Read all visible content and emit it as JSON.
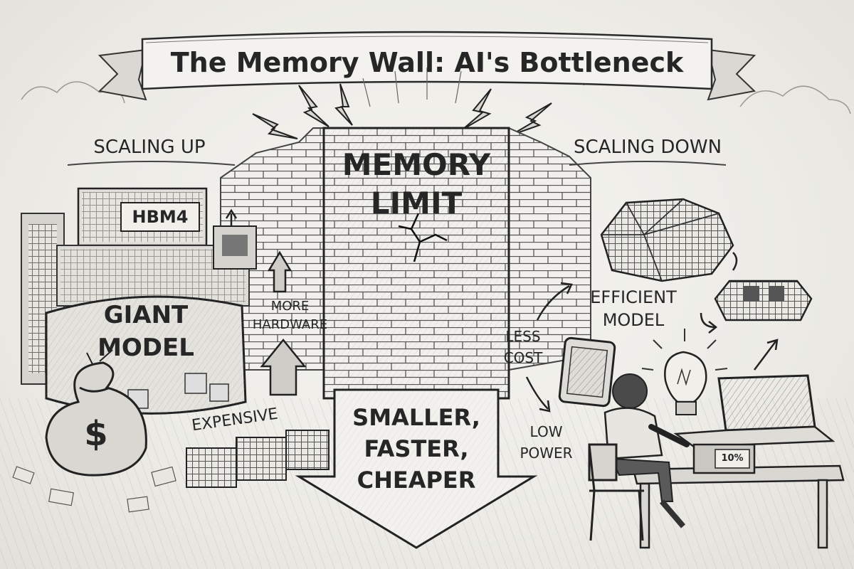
{
  "title": "The Memory Wall: AI's Bottleneck",
  "left_section": {
    "heading": "SCALING UP",
    "chip_label": "HBM4",
    "model_label": [
      "GIANT",
      "MODEL"
    ],
    "hardware_label": [
      "MORE",
      "HARDWARE"
    ],
    "money_symbol": "$",
    "cost_label": "EXPENSIVE"
  },
  "center": {
    "wall_label": [
      "MEMORY",
      "LIMIT"
    ],
    "arrow_label": [
      "SMALLER,",
      "FASTER,",
      "CHEAPER"
    ]
  },
  "right_section": {
    "heading": "SCALING DOWN",
    "model_label": [
      "EFFICIENT",
      "MODEL"
    ],
    "cost_label": [
      "LESS",
      "COST"
    ],
    "power_label": [
      "LOW",
      "POWER"
    ],
    "device_readout": "10%"
  },
  "icons": [
    "lightning-bolt-icon",
    "money-bag-icon",
    "lightbulb-icon",
    "tablet-icon",
    "laptop-icon",
    "up-arrow-icon"
  ]
}
